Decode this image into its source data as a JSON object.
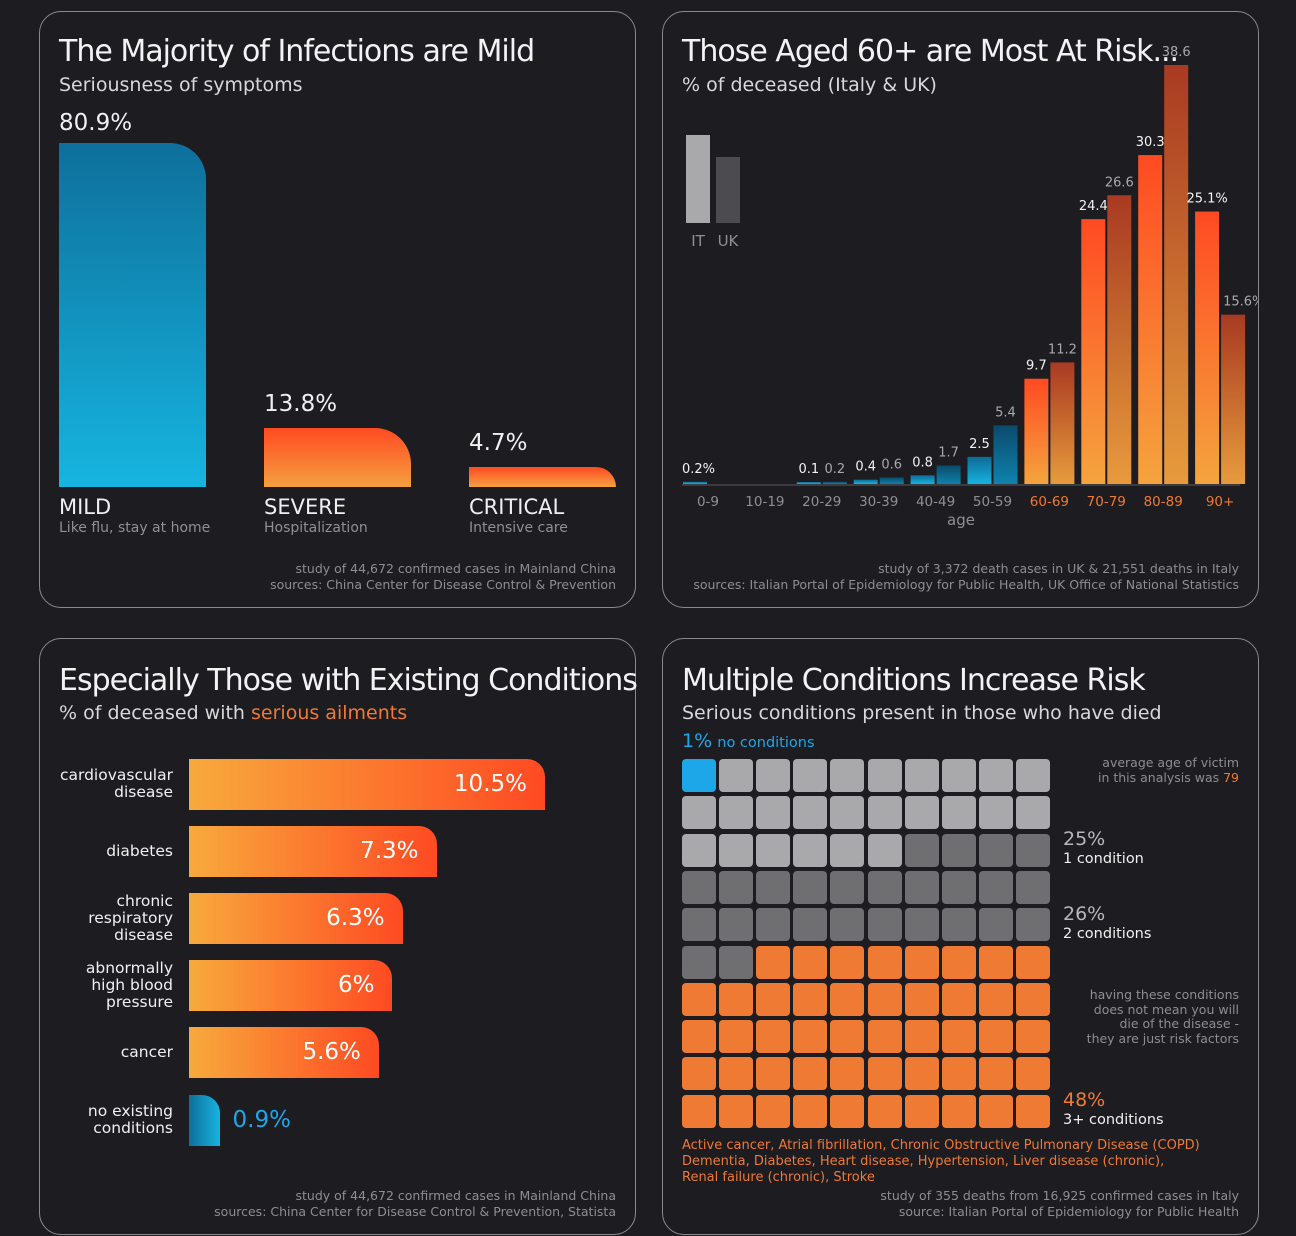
{
  "panel1": {
    "title": "The Majority of Infections are Mild",
    "subtitle": "Seriousness of symptoms",
    "bars": [
      {
        "value_label": "80.9%",
        "name": "MILD",
        "desc": "Like flu, stay at home"
      },
      {
        "value_label": "13.8%",
        "name": "SEVERE",
        "desc": "Hospitalization"
      },
      {
        "value_label": "4.7%",
        "name": "CRITICAL",
        "desc": "Intensive care"
      }
    ],
    "source_line1": "study of 44,672 confirmed cases in Mainland China",
    "source_line2": "sources: China Center for Disease Control & Prevention"
  },
  "panel2": {
    "title": "Those Aged 60+ are Most At Risk...",
    "subtitle": "% of deceased (Italy & UK)",
    "legend": {
      "it": "IT",
      "uk": "UK"
    },
    "xlabel": "age",
    "source_line1": "study of 3,372 death cases in UK & 21,551 deaths in Italy",
    "source_line2": "sources: Italian Portal of Epidemiology for Public Health, UK Office of National Statistics"
  },
  "panel3": {
    "title": "Especially Those with Existing Conditions",
    "subtitle_pre": "% of deceased with ",
    "subtitle_hl": "serious ailments",
    "bars": [
      {
        "label": "cardiovascular disease",
        "value_label": "10.5%"
      },
      {
        "label": "diabetes",
        "value_label": "7.3%"
      },
      {
        "label": "chronic respiratory disease",
        "value_label": "6.3%"
      },
      {
        "label": "abnormally high blood pressure",
        "value_label": "6%"
      },
      {
        "label": "cancer",
        "value_label": "5.6%"
      },
      {
        "label": "no existing conditions",
        "value_label": "0.9%"
      }
    ],
    "source_line1": "study of 44,672 confirmed cases in Mainland China",
    "source_line2": "sources: China Center for Disease Control & Prevention, Statista"
  },
  "panel4": {
    "title": "Multiple Conditions Increase Risk",
    "subtitle": "Serious conditions present in those who have died",
    "none_pct": "1%",
    "none_label": "no conditions",
    "one_pct": "25%",
    "one_label": "1 condition",
    "two_pct": "26%",
    "two_label": "2 conditions",
    "three_pct": "48%",
    "three_label": "3+ conditions",
    "note_age_line1": "average age of victim",
    "note_age_line2": "in this analysis was ",
    "note_age_value": "79",
    "note_risk_line1": "having these conditions",
    "note_risk_line2": "does not mean you will",
    "note_risk_line3": "die of the disease -",
    "note_risk_line4": "they are just risk factors",
    "conditions_line1": "Active cancer, Atrial fibrillation, Chronic Obstructive Pulmonary Disease (COPD)",
    "conditions_line2": "Dementia, Diabetes, Heart disease, Hypertension, Liver disease (chronic),",
    "conditions_line3": "Renal failure (chronic), Stroke",
    "source_line1": "study of 355 deaths from 16,925 confirmed cases in Italy",
    "source_line2": "source: Italian Portal of Epidemiology for Public Health"
  },
  "colors": {
    "background": "#1d1c21",
    "blue": "#1ea7e8",
    "orange_red": "#ff4a22",
    "amber": "#f5a040",
    "highlight_orange": "#ef7a34",
    "grey_light": "#a9a9ab",
    "grey_dark": "#6f6f72"
  },
  "chart_data": [
    {
      "type": "bar",
      "title": "The Majority of Infections are Mild",
      "subtitle": "Seriousness of symptoms",
      "categories": [
        "MILD",
        "SEVERE",
        "CRITICAL"
      ],
      "values": [
        80.9,
        13.8,
        4.7
      ],
      "ylim": [
        0,
        80.9
      ]
    },
    {
      "type": "bar",
      "title": "Those Aged 60+ are Most At Risk...",
      "subtitle": "% of deceased (Italy & UK)",
      "xlabel": "age",
      "categories": [
        "0-9",
        "10-19",
        "20-29",
        "30-39",
        "40-49",
        "50-59",
        "60-69",
        "70-79",
        "80-89",
        "90+"
      ],
      "series": [
        {
          "name": "IT",
          "values": [
            0.2,
            0,
            0.1,
            0.4,
            0.8,
            2.5,
            9.7,
            24.4,
            30.3,
            25.1
          ],
          "labels": [
            "0.2%",
            "",
            "0.1",
            "0.4",
            "0.8",
            "2.5",
            "9.7",
            "24.4",
            "30.3",
            "25.1%"
          ]
        },
        {
          "name": "UK",
          "values": [
            0,
            0,
            0.2,
            0.6,
            1.7,
            5.4,
            11.2,
            26.6,
            38.6,
            15.6
          ],
          "labels": [
            "",
            "",
            "0.2",
            "0.6",
            "1.7",
            "5.4",
            "11.2",
            "26.6",
            "38.6",
            "15.6%"
          ]
        }
      ],
      "highlight_from": "60-69",
      "ylim": [
        0,
        38.6
      ],
      "legend": "top-left"
    },
    {
      "type": "bar",
      "orientation": "horizontal",
      "title": "Especially Those with Existing Conditions",
      "categories": [
        "cardiovascular disease",
        "diabetes",
        "chronic respiratory disease",
        "abnormally high blood pressure",
        "cancer",
        "no existing conditions"
      ],
      "values": [
        10.5,
        7.3,
        6.3,
        6,
        5.6,
        0.9
      ],
      "xlim": [
        0,
        10.5
      ]
    },
    {
      "type": "waffle",
      "title": "Multiple Conditions Increase Risk",
      "subtitle": "Serious conditions present in those who have died",
      "grid": [
        10,
        10
      ],
      "categories": [
        "no conditions",
        "1 condition",
        "2 conditions",
        "3+ conditions"
      ],
      "values": [
        1,
        25,
        26,
        48
      ]
    }
  ]
}
